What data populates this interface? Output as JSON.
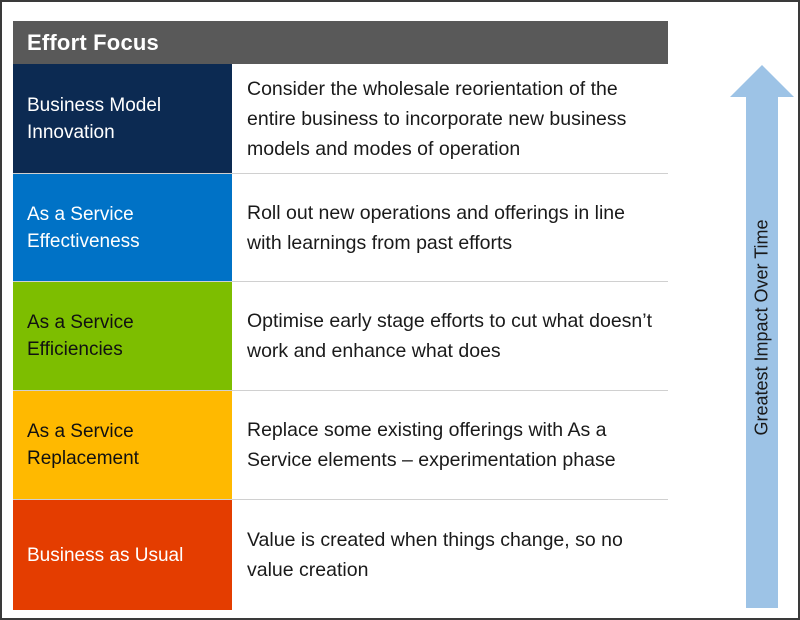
{
  "diagram": {
    "title": "Effort Focus",
    "axis_label": "Greatest Impact Over Time",
    "arrow_icon": "up-arrow-icon",
    "colors": {
      "header": "#595959",
      "border": "#3a3a3a",
      "arrow": "#9DC3E6",
      "row_divider": "#d0d0d0"
    },
    "rows": [
      {
        "label": "Business Model Innovation",
        "description": "Consider the wholesale reorientation of the entire business to incorporate new business models and modes of operation",
        "color": "#0C2A52",
        "text_color": "#ffffff"
      },
      {
        "label": "As a Service Effectiveness",
        "description": "Roll out new operations and offerings in line with learnings from past efforts",
        "color": "#0072C6",
        "text_color": "#ffffff"
      },
      {
        "label": "As a Service Efficiencies",
        "description": "Optimise early stage efforts to cut what doesn’t work and enhance what does",
        "color": "#7DBE00",
        "text_color": "#111111"
      },
      {
        "label": "As a Service Replacement",
        "description": "Replace some existing offerings with As a Service elements – experimentation phase",
        "color": "#FFB900",
        "text_color": "#111111"
      },
      {
        "label": "Business as Usual",
        "description": "Value is created when things change, so no value creation",
        "color": "#E43D00",
        "text_color": "#ffffff"
      }
    ]
  }
}
